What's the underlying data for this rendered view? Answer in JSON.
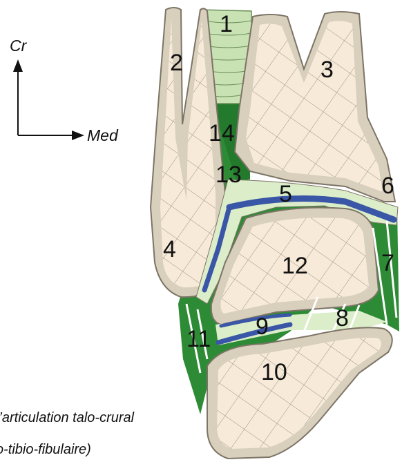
{
  "orientation": {
    "vertical_label": "Cr",
    "horizontal_label": "Med"
  },
  "labels": {
    "l1": "1",
    "l2": "2",
    "l3": "3",
    "l4": "4",
    "l5": "5",
    "l6": "6",
    "l7": "7",
    "l8": "8",
    "l9": "9",
    "l10": "10",
    "l11": "11",
    "l12": "12",
    "l13": "13",
    "l14": "14"
  },
  "caption": {
    "line1": "l’articulation talo-crural",
    "line2": "o-tibio-fibulaire)"
  },
  "colors": {
    "bone_outer": "#d9cfbd",
    "bone_inner": "#f7ead8",
    "cartilage": "#dcedc9",
    "ligament": "#2e8b35",
    "synovial": "#3a56a6",
    "muscle": "#c9e2b4"
  }
}
